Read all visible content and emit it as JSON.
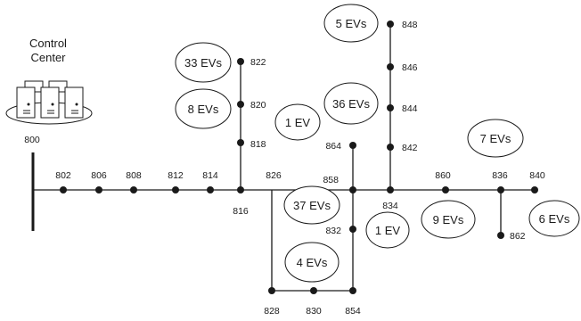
{
  "control_center": {
    "line1": "Control",
    "line2": "Center"
  },
  "source_bus": "800",
  "buses": {
    "802": "802",
    "806": "806",
    "808": "808",
    "812": "812",
    "814": "814",
    "816": "816",
    "818": "818",
    "820": "820",
    "822": "822",
    "826": "826",
    "828": "828",
    "830": "830",
    "854": "854",
    "832": "832",
    "858": "858",
    "864": "864",
    "834": "834",
    "842": "842",
    "844": "844",
    "846": "846",
    "848": "848",
    "860": "860",
    "836": "836",
    "840": "840",
    "862": "862"
  },
  "ev_groups": [
    "33 EVs",
    "8 EVs",
    "1 EV",
    "36 EVs",
    "5 EVs",
    "7 EVs",
    "37 EVs",
    "1 EV",
    "9 EVs",
    "6 EVs",
    "4 EVs"
  ]
}
